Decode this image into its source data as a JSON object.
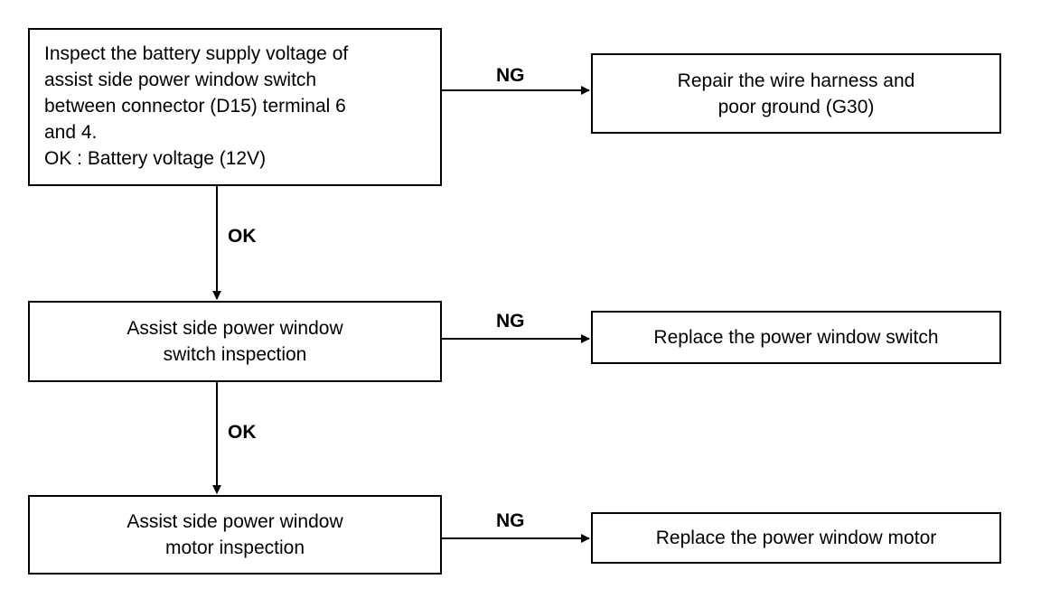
{
  "flowchart": {
    "step1": {
      "lines": [
        "Inspect the battery supply voltage of",
        "assist side power window switch",
        "between connector (D15) terminal 6",
        "and 4.",
        "OK : Battery voltage (12V)"
      ]
    },
    "step1_ng_action": {
      "lines": [
        "Repair the wire harness and",
        "poor ground (G30)"
      ]
    },
    "step2": {
      "lines": [
        "Assist side power window",
        "switch inspection"
      ]
    },
    "step2_ng_action": {
      "lines": [
        "Replace the power window switch"
      ]
    },
    "step3": {
      "lines": [
        "Assist side power window",
        "motor inspection"
      ]
    },
    "step3_ng_action": {
      "lines": [
        "Replace the power window motor"
      ]
    },
    "labels": {
      "ng1": "NG",
      "ok1": "OK",
      "ng2": "NG",
      "ok2": "OK",
      "ng3": "NG"
    }
  }
}
